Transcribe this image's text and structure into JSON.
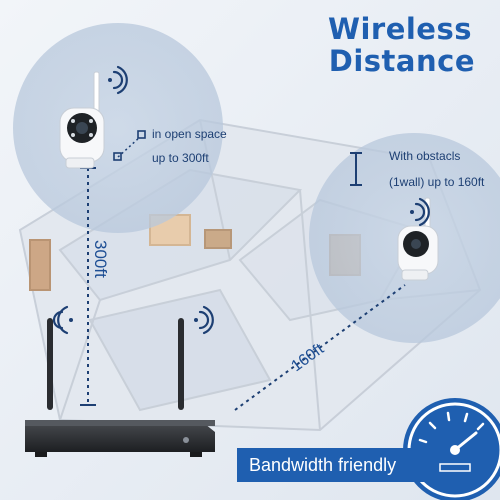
{
  "title": {
    "line1": "Wireless",
    "line2": "Distance"
  },
  "open_space": {
    "line1": "in open space",
    "line2": "up to 300ft"
  },
  "obstacles": {
    "line1": "With obstacls",
    "line2": "(1wall) up to 160ft"
  },
  "distance_vertical": "300ft",
  "distance_diagonal": "160ft",
  "badge": "Bandwidth friendly",
  "icons": [
    "wifi-icon",
    "camera-icon",
    "nvr-device-icon",
    "speedometer-icon"
  ],
  "colors": {
    "accent": "#1f5fb0",
    "line": "#1d3f73",
    "background": "#e9eef5"
  }
}
